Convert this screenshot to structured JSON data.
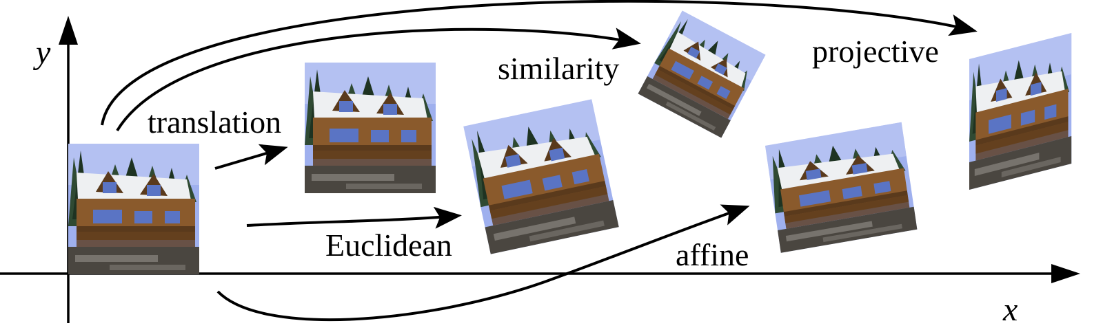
{
  "axes": {
    "x_label": "x",
    "y_label": "y"
  },
  "labels": {
    "translation": "translation",
    "euclidean": "Euclidean",
    "similarity": "similarity",
    "affine": "affine",
    "projective": "projective"
  },
  "colors": {
    "sky": "#9fb0ee",
    "sky_light": "#c3cdf5",
    "tree": "#2f4a33",
    "tree_dark": "#1e3322",
    "roof": "#eef0f2",
    "wall": "#8a5a2c",
    "wall_dark": "#5a3a1c",
    "window": "#5a74c4",
    "ground": "#4a4640",
    "ground_light": "#8a8680"
  }
}
